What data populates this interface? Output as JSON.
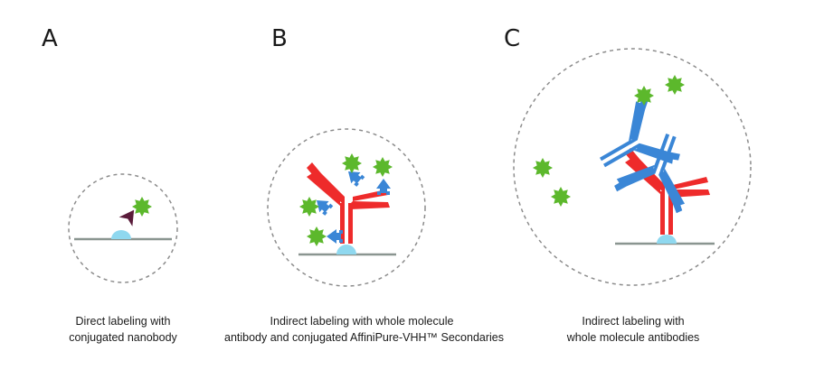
{
  "panels": {
    "a": {
      "letter": "A",
      "caption_line1": "Direct labeling with",
      "caption_line2": "conjugated nanobody"
    },
    "b": {
      "letter": "B",
      "caption_line1": "Indirect labeling with whole molecule",
      "caption_line2": "antibody and conjugated AffiniPure-VHH™ Secondaries"
    },
    "c": {
      "letter": "C",
      "caption_line1": "Indirect labeling with",
      "caption_line2": "whole molecule antibodies"
    }
  },
  "colors": {
    "primary_antibody": "#ee2b2b",
    "secondary_antibody": "#3a86d6",
    "nanobody_direct": "#5a1c3a",
    "fluorophore": "#5cb82c",
    "antigen": "#8fd8ef",
    "surface": "#8a9590",
    "circle_outline": "#8c8c8c"
  }
}
